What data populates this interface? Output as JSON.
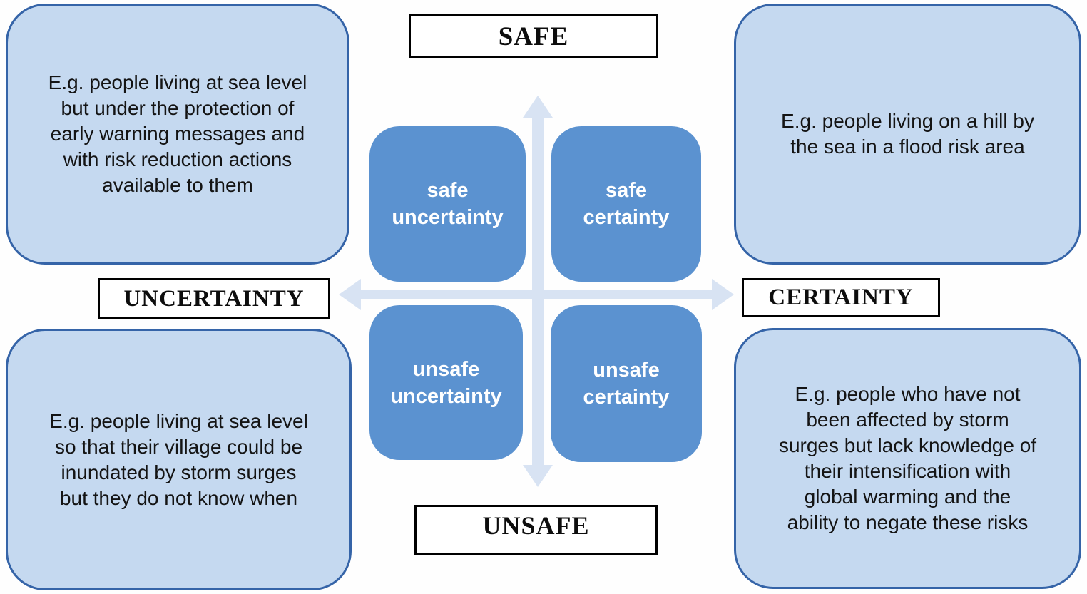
{
  "figure": {
    "axis_labels": {
      "top": "SAFE",
      "bottom": "UNSAFE",
      "left": "UNCERTAINTY",
      "right": "CERTAINTY"
    },
    "quadrants": {
      "safe_uncertainty": "safe\nuncertainty",
      "safe_certainty": "safe\ncertainty",
      "unsafe_uncertainty": "unsafe\nuncertainty",
      "unsafe_certainty": "unsafe\ncertainty"
    },
    "examples": {
      "top_left": "E.g. people living at sea level\nbut under the protection of\nearly warning messages and\nwith risk reduction actions\navailable to them",
      "top_right": "E.g. people living on a hill by\nthe sea in a flood risk area",
      "bottom_left": "E.g. people living at sea level\nso that their village could be\ninundated by storm surges\nbut they do not know when",
      "bottom_right": "E.g. people who have not\nbeen affected by storm\nsurges but lack knowledge of\ntheir intensification with\nglobal warming and the\nability to negate these risks"
    },
    "colors": {
      "quadrant_fill": "#5b92d0",
      "quadrant_text": "#ffffff",
      "example_fill": "#c5d9f0",
      "example_border": "#3564a8",
      "axis_arrow": "#d8e3f3",
      "label_border": "#000000",
      "label_background": "#ffffff"
    }
  }
}
